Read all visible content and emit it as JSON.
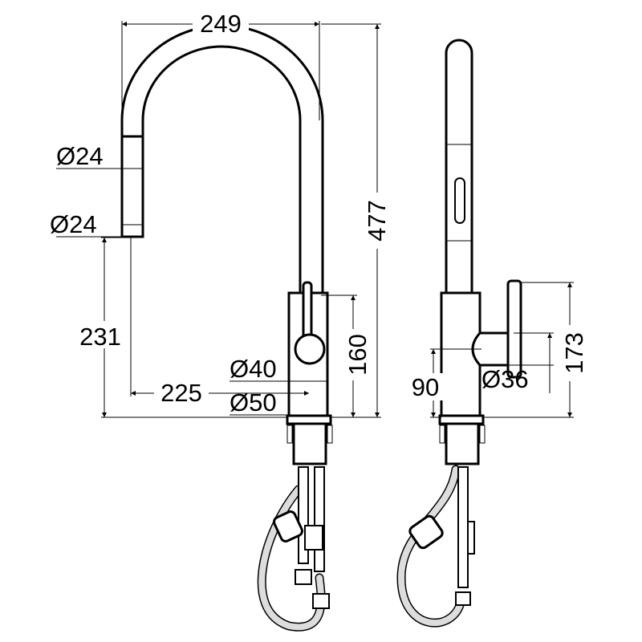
{
  "title": "Kitchen mixer tap with pull-out spray - dimension drawing",
  "front_view": {
    "width_label": "249",
    "height_label": "477",
    "spray_head_top_diameter": "Ø24",
    "spray_head_bottom_diameter": "Ø24",
    "spout_outlet_height": "231",
    "reach_label": "225",
    "body_diameter": "Ø40",
    "base_diameter": "Ø50",
    "body_height": "160"
  },
  "side_view": {
    "lever_height": "173",
    "lever_axis_height": "90",
    "lever_hub_diameter": "Ø36"
  }
}
